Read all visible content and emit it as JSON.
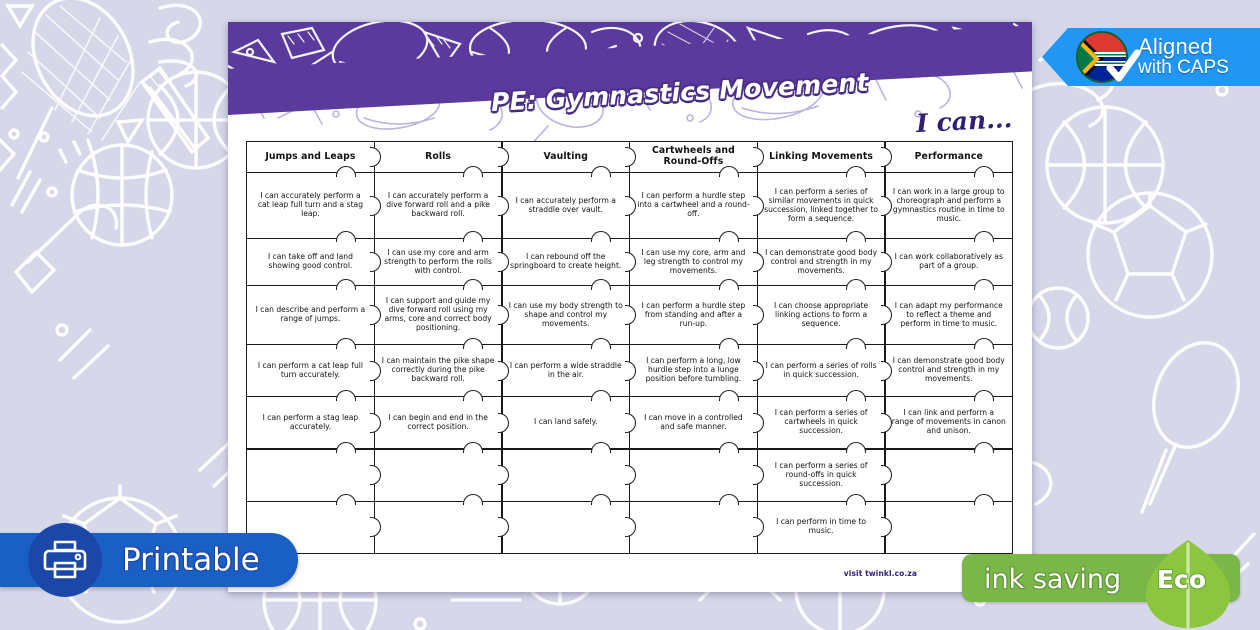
{
  "page": {
    "background_color": "#d6d7e9",
    "sheet_color": "#ffffff",
    "accent_purple": "#5b3a9e"
  },
  "header": {
    "title": "PE: Gymnastics Movement",
    "i_can": "I can...",
    "band_color": "#5b3a9e"
  },
  "badges": {
    "printable": {
      "label": "Printable",
      "icon": "printer-icon",
      "color": "#1a5fc4"
    },
    "caps": {
      "line1": "Aligned",
      "line2": "with CAPS",
      "icon": "south-africa-flag-icon",
      "check": "check-icon",
      "color": "#2196f3"
    },
    "eco": {
      "line1": "ink saving",
      "line2": "Eco",
      "icon": "leaf-icon",
      "color": "#7ab648"
    }
  },
  "footer": {
    "visit": "visit twinkl.co.za"
  },
  "grid": {
    "columns": [
      {
        "header": "Jumps and Leaps",
        "cells": [
          "I can accurately perform a cat leap full turn and a stag leap.",
          "I can take off and land showing good control.",
          "I can describe and perform a range of jumps.",
          "I can perform a cat leap full turn accurately.",
          "I can perform a stag leap accurately.",
          "",
          ""
        ]
      },
      {
        "header": "Rolls",
        "cells": [
          "I can accurately perform a dive forward roll and a pike backward roll.",
          "I can use my core and arm strength to perform the rolls with control.",
          "I can support and guide my dive forward roll using my arms, core and correct body positioning.",
          "I can maintain the pike shape correctly during the pike backward roll.",
          "I can begin and end in the correct position.",
          "",
          ""
        ]
      },
      {
        "header": "Vaulting",
        "cells": [
          "I can accurately perform a straddle over vault.",
          "I can rebound off the springboard to create height.",
          "I can use my body strength to shape and control my movements.",
          "I can perform a wide straddle in the air.",
          "I can land safely.",
          "",
          ""
        ]
      },
      {
        "header": "Cartwheels and Round-Offs",
        "cells": [
          "I can perform a hurdle step into a cartwheel and a round-off.",
          "I can use my core, arm and leg strength to control my movements.",
          "I can perform a hurdle step from standing and after a run-up.",
          "I can perform a long, low hurdle step into a lunge position before tumbling.",
          "I can move in a controlled and safe manner.",
          "",
          ""
        ]
      },
      {
        "header": "Linking Movements",
        "cells": [
          "I can perform a series of similar movements in quick succession, linked together to form a sequence.",
          "I can demonstrate good body control and strength in my movements.",
          "I can choose appropriate linking actions to form a sequence.",
          "I can perform a series of rolls in quick succession.",
          "I can perform a series of cartwheels in quick succession.",
          "I can perform a series of round-offs in quick succession.",
          "I can perform in time to music."
        ]
      },
      {
        "header": "Performance",
        "cells": [
          "I can work in a large group to choreograph and perform a gymnastics routine in time to music.",
          "I can work collaboratively as part of a group.",
          "I can adapt my performance to reflect a theme and perform in time to music.",
          "I can demonstrate good body control and strength in my movements.",
          "I can link and perform a range of movements in canon and unison.",
          "",
          ""
        ]
      }
    ]
  }
}
